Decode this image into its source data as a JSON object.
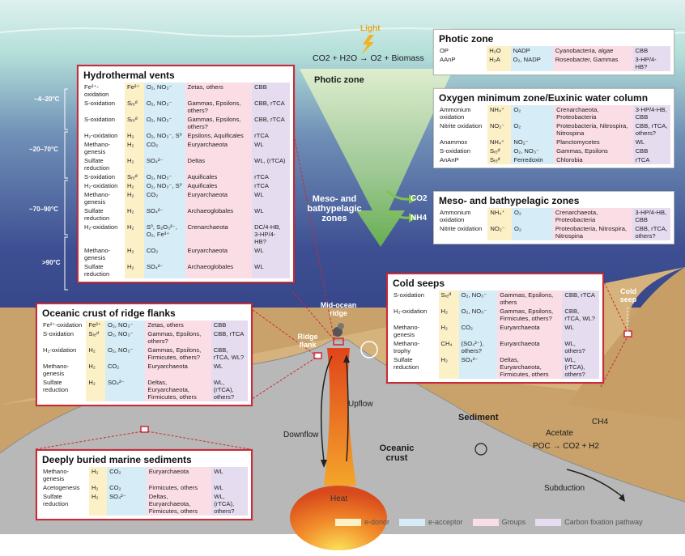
{
  "header": {
    "light": "Light",
    "photo_eq": "CO2 + H2O → O2 + Biomass"
  },
  "zones": {
    "photic": "Photic zone",
    "meso": "Meso- and bathypelagic zones",
    "mor": "Mid-ocean ridge",
    "ridge_flank": "Ridge flank",
    "cold_seep": "Cold seep",
    "sediment": "Sediment",
    "oceanic_crust": "Oceanic crust",
    "upflow": "Upflow",
    "downflow": "Downflow",
    "subduction": "Subduction",
    "heat": "Heat",
    "co2": "CO2",
    "nh4": "NH4",
    "acetate": "Acetate",
    "ch4": "CH4",
    "poc_eq": "POC → CO2 + H2"
  },
  "temps": [
    "~4–20°C",
    "~20–70°C",
    "~70–90°C",
    ">90°C"
  ],
  "legend": [
    {
      "label": "e-donor",
      "color": "#fbf0c6"
    },
    {
      "label": "e-acceptor",
      "color": "#d6ecf7"
    },
    {
      "label": "Groups",
      "color": "#fbdde6"
    },
    {
      "label": "Carbon fixation pathway",
      "color": "#e6dcef"
    }
  ],
  "panels": {
    "hydrothermal": {
      "title": "Hydrothermal vents",
      "rows": [
        [
          "Fe²⁺-oxidation",
          "Fe²⁺",
          "O₂, NO₃⁻",
          "Zetas, others",
          "CBB"
        ],
        [
          "S-oxidation",
          "Sᵣₑᵈ",
          "O₂, NO₃⁻",
          "Gammas, Epsilons, others?",
          "CBB, rTCA"
        ],
        [
          "S-oxidation",
          "Sᵣₑᵈ",
          "O₂, NO₃⁻",
          "Gammas, Epsilons, others?",
          "CBB, rTCA"
        ],
        [
          "H₂-oxidation",
          "H₂",
          "O₂, NO₃⁻, S⁰",
          "Epsilons, Aquificales",
          "rTCA"
        ],
        [
          "Methano-genesis",
          "H₂",
          "CO₂",
          "Euryarchaeota",
          "WL"
        ],
        [
          "Sulfate reduction",
          "H₂",
          "SO₄²⁻",
          "Deltas",
          "WL, (rTCA)"
        ],
        [
          "S-oxidation",
          "Sᵣₑᵈ",
          "O₂, NO₃⁻",
          "Aquificales",
          "rTCA"
        ],
        [
          "H₂-oxidation",
          "H₂",
          "O₂, NO₃⁻, S⁰",
          "Aquificales",
          "rTCA"
        ],
        [
          "Methano-genesis",
          "H₂",
          "CO₂",
          "Euryarchaeota",
          "WL"
        ],
        [
          "Sulfate reduction",
          "H₂",
          "SO₄²⁻",
          "Archaeoglobales",
          "WL"
        ],
        [
          "H₂-oxidation",
          "H₂",
          "S⁰, S₂O₃²⁻, O₂, Fe³⁺",
          "Crenarchaeota",
          "DC/4-HB, 3-HP/4-HB?"
        ],
        [
          "Methano-genesis",
          "H₂",
          "CO₂",
          "Euryarchaeota",
          "WL"
        ],
        [
          "Sulfate reduction",
          "H₂",
          "SO₄²⁻",
          "Archaeoglobales",
          "WL"
        ]
      ]
    },
    "photic": {
      "title": "Photic zone",
      "rows": [
        [
          "OP",
          "H₂O",
          "NADP",
          "Cyanobacteria, algae",
          "CBB"
        ],
        [
          "AAnP",
          "H₂A",
          "O₂, NADP",
          "Roseobacter, Gammas",
          "3-HP/4-HB?"
        ]
      ]
    },
    "omz": {
      "title": "Oxygen minimum zone/Euxinic water column",
      "rows": [
        [
          "Ammonium oxidation",
          "NH₄⁺",
          "O₂",
          "Crenarchaeota, Proteobacteria",
          "3-HP/4-HB, CBB"
        ],
        [
          "Nitrite oxidation",
          "NO₂⁻",
          "O₂",
          "Proteobacteria, Nitrospira, Nitrospina",
          "CBB, rTCA, others?"
        ],
        [
          "Anammox",
          "NH₄⁺",
          "NO₂⁻",
          "Planctomycetes",
          "WL"
        ],
        [
          "S-oxidation",
          "Sᵣₑᵈ",
          "O₂, NO₃⁻",
          "Gammas, Epsilons",
          "CBB"
        ],
        [
          "AnAnP",
          "Sᵣₑᵈ",
          "Ferredoxin",
          "Chlorobia",
          "rTCA"
        ]
      ]
    },
    "meso": {
      "title": "Meso- and bathypelagic zones",
      "rows": [
        [
          "Ammonium oxidation",
          "NH₄⁺",
          "O₂",
          "Crenarchaeota, Proteobacteria",
          "3-HP/4-HB, CBB"
        ],
        [
          "Nitrite oxidation",
          "NO₂⁻",
          "O₂",
          "Proteobacteria, Nitrospira, Nitrospina",
          "CBB, rTCA, others?"
        ]
      ]
    },
    "cold": {
      "title": "Cold seeps",
      "rows": [
        [
          "S-oxidation",
          "Sᵣₑᵈ",
          "O₂, NO₃⁻",
          "Gammas, Epsilons, others",
          "CBB, rTCA"
        ],
        [
          "H₂-oxidation",
          "H₂",
          "O₂, NO₃⁻",
          "Gammas, Epsilons, Firmicutes, others?",
          "CBB, rTCA, WL?"
        ],
        [
          "Methano-genesis",
          "H₂",
          "CO₂",
          "Euryarchaeota",
          "WL"
        ],
        [
          "Methano-trophy",
          "CH₄",
          "(SO₄²⁻), others?",
          "Euryarchaeota",
          "WL, others?"
        ],
        [
          "Sulfate reduction",
          "H₂",
          "SO₄²⁻",
          "Deltas, Euryarchaeota, Firmicutes, others",
          "WL, (rTCA), others?"
        ]
      ]
    },
    "crust": {
      "title": "Oceanic crust of ridge flanks",
      "rows": [
        [
          "Fe²⁺-oxidation",
          "Fe²⁺",
          "O₂, NO₃⁻",
          "Zetas, others",
          "CBB"
        ],
        [
          "S-oxidation",
          "Sᵣₑᵈ",
          "O₂, NO₃⁻",
          "Gammas, Epsilons, others?",
          "CBB, rTCA"
        ],
        [
          "H₂-oxidation",
          "H₂",
          "O₂, NO₃⁻",
          "Gammas, Epsilons, Firmicutes, others?",
          "CBB, rTCA, WL?"
        ],
        [
          "Methano-genesis",
          "H₂",
          "CO₂",
          "Euryarchaeota",
          "WL"
        ],
        [
          "Sulfate reduction",
          "H₂",
          "SO₄²⁻",
          "Deltas, Euryarchaeota, Firmicutes, others",
          "WL, (rTCA), others?"
        ]
      ]
    },
    "buried": {
      "title": "Deeply buried marine sediments",
      "rows": [
        [
          "Methano-genesis",
          "H₂",
          "CO₂",
          "Euryarchaeota",
          "WL"
        ],
        [
          "Acetogenesis",
          "H₂",
          "CO₂",
          "Firmicutes, others",
          "WL"
        ],
        [
          "Sulfate reduction",
          "H₂",
          "SO₄²⁻",
          "Deltas, Euryarchaeota, Firmicutes, others",
          "WL, (rTCA), others?"
        ]
      ]
    }
  }
}
